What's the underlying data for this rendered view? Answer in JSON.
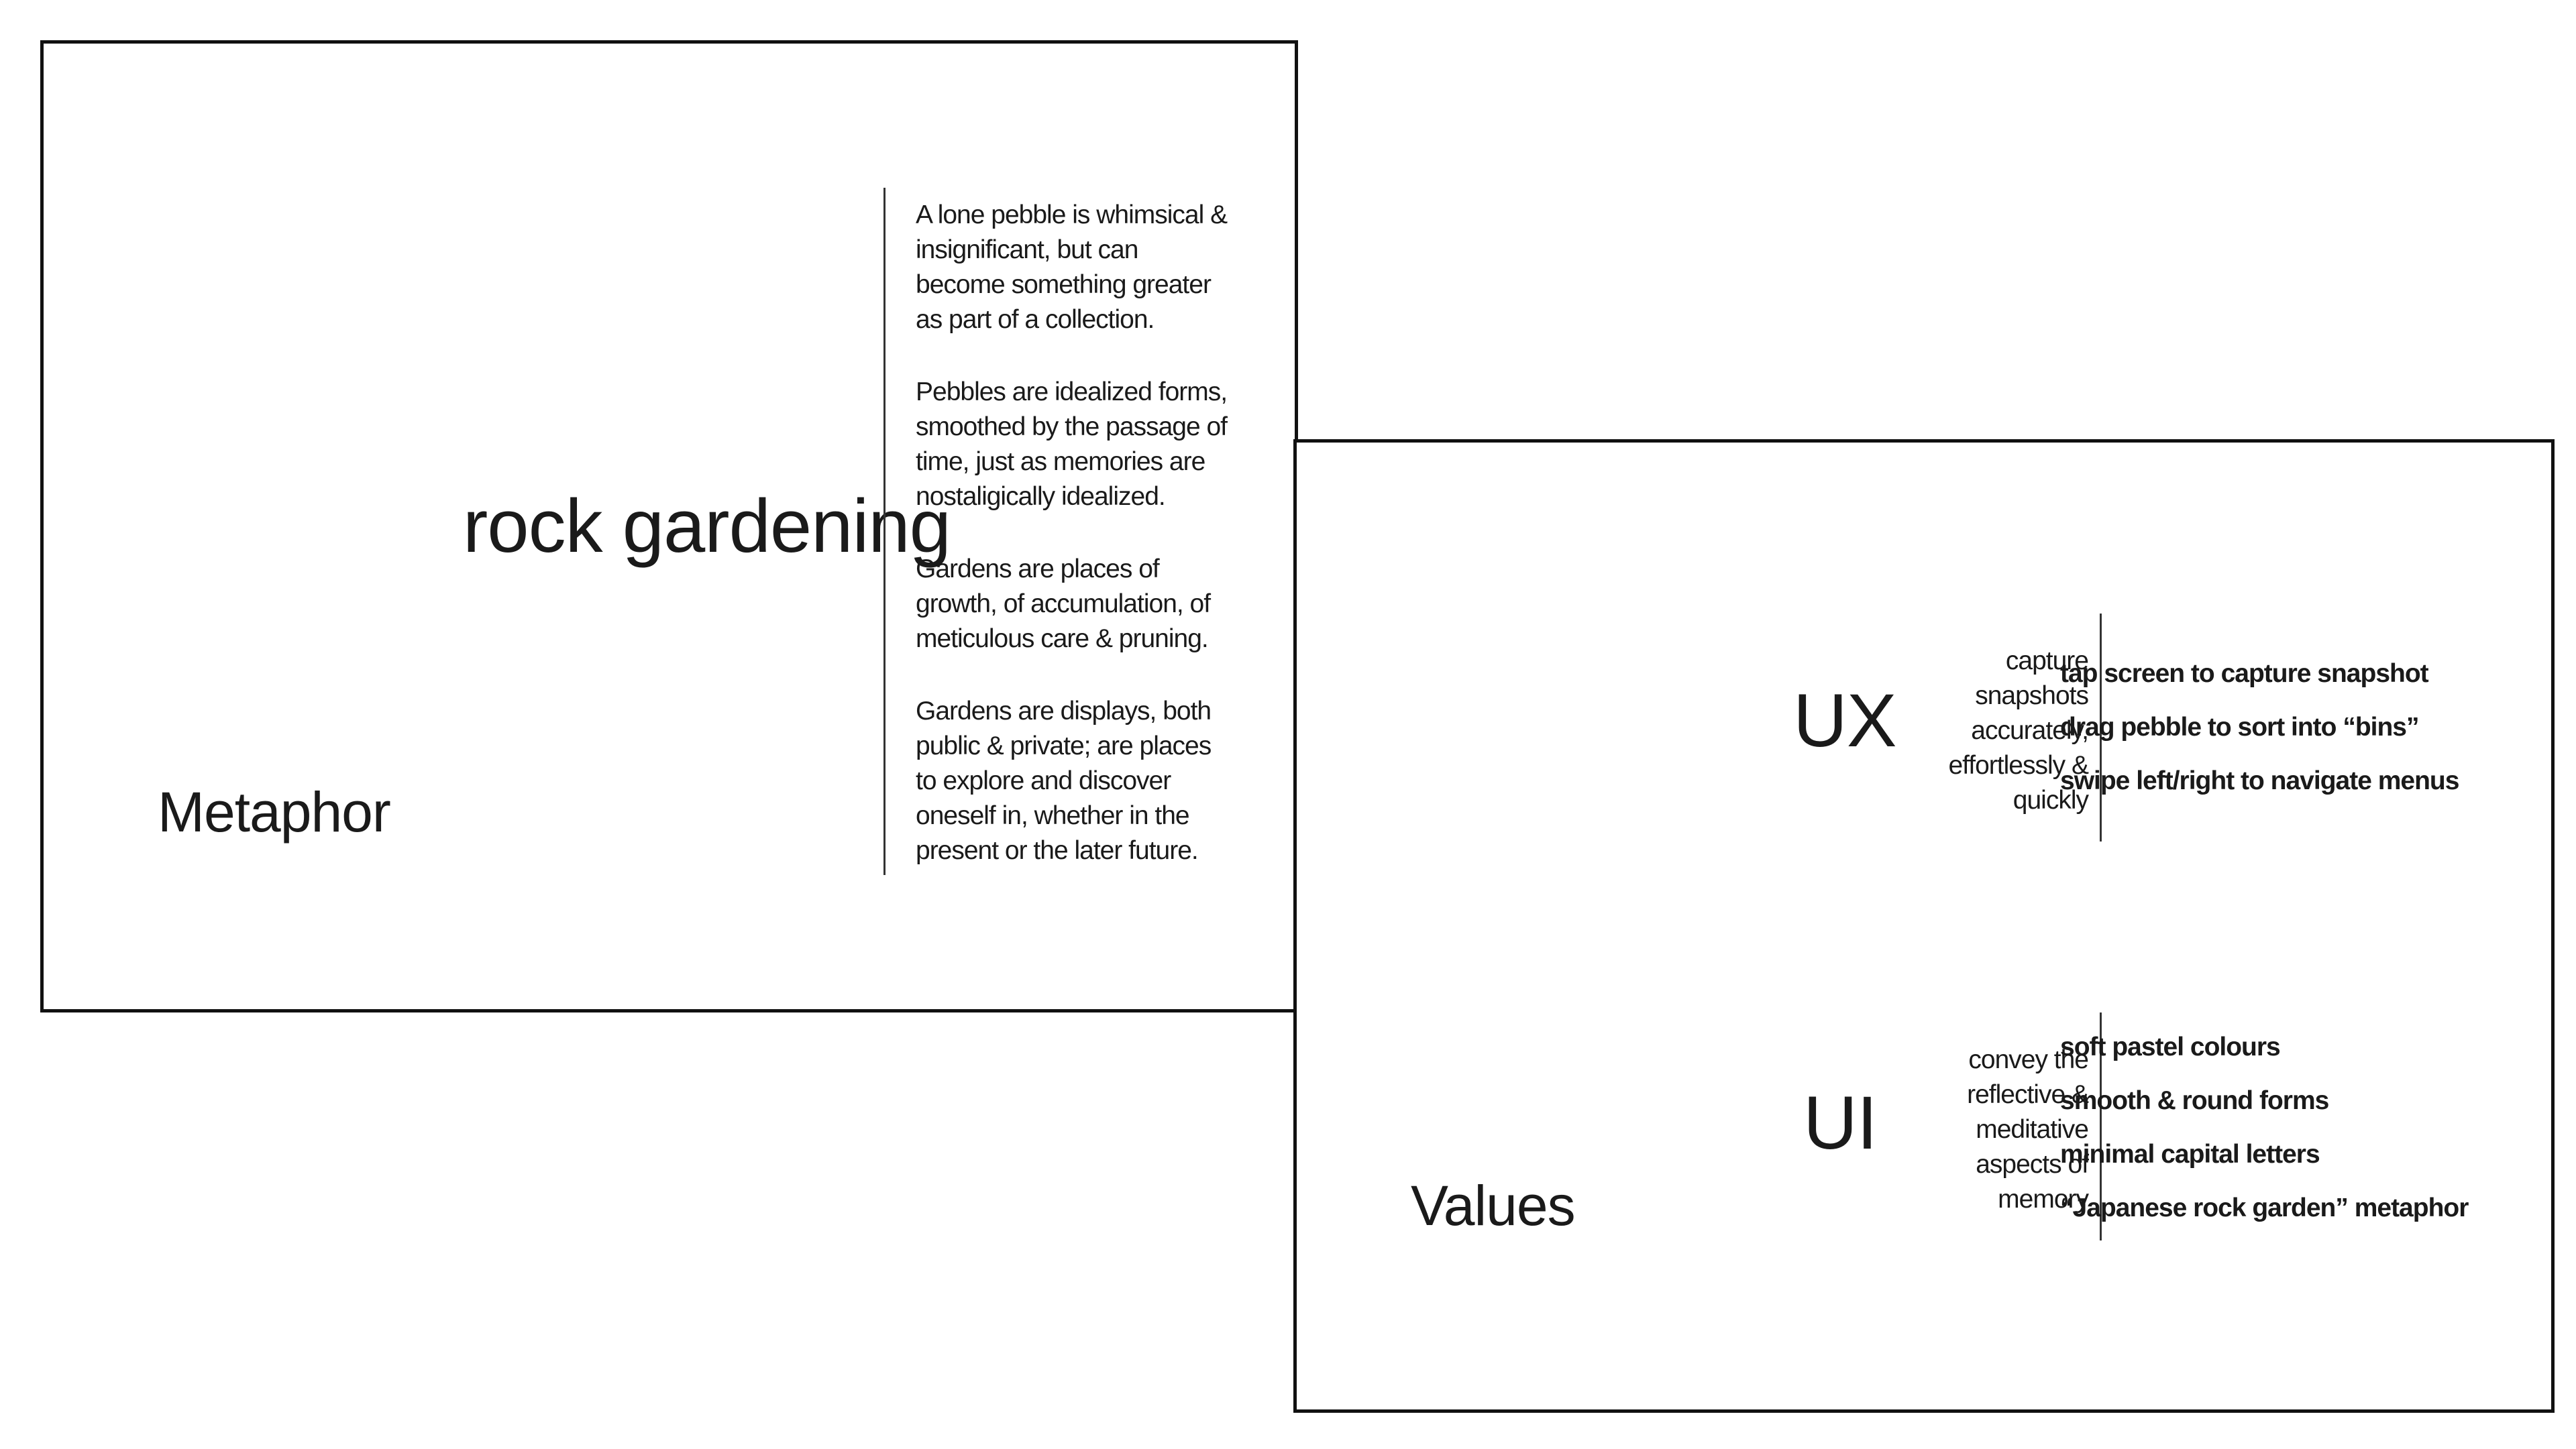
{
  "metaphor": {
    "label": "Metaphor",
    "title": "rock gardening",
    "paragraphs": [
      "A lone pebble is whimsical & insignificant, but can become something greater as part of a collection.",
      "Pebbles are idealized forms, smoothed by the passage of time, just as memories are nostaligically idealized.",
      "Gardens are places of growth, of accumulation, of meticulous care & pruning.",
      "Gardens are displays, both public & private; are places to explore and discover oneself in, whether in the present or the later future."
    ]
  },
  "values": {
    "label": "Values",
    "ux": {
      "heading": "UX",
      "description": "capture snapshots accurately, effortlessly & quickly",
      "items": [
        "tap screen to capture snapshot",
        "drag pebble to sort into “bins”",
        "swipe left/right to navigate menus"
      ]
    },
    "ui": {
      "heading": "UI",
      "description": "convey the reflective & meditative aspects of memory",
      "items": [
        "soft pastel colours",
        "smooth & round forms",
        "minimal capital letters",
        "“Japanese rock garden” metaphor"
      ]
    }
  }
}
